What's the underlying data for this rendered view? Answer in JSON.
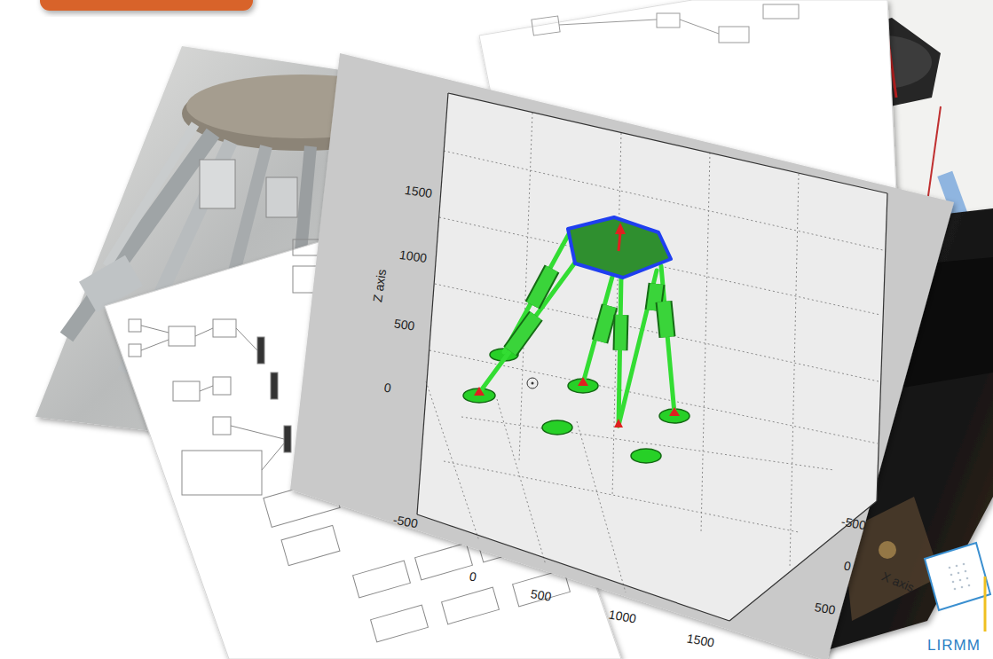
{
  "diagram": {
    "labels": [
      "1500",
      "1000",
      "500",
      "0",
      "Z axis",
      "-500",
      "0",
      "500",
      "1000",
      "1500",
      "-500",
      "0",
      "500",
      "X axis",
      "LIRMM"
    ]
  }
}
